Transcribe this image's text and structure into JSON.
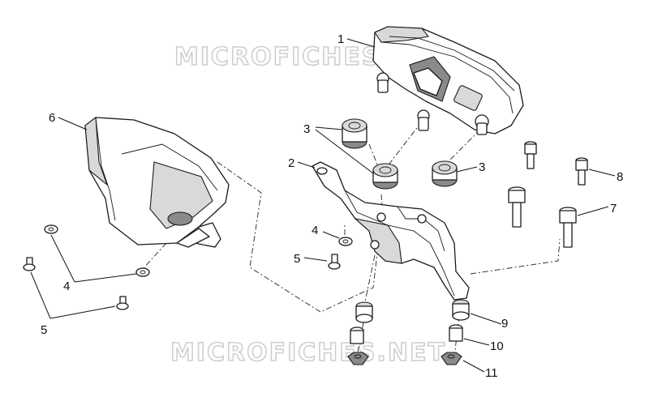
{
  "watermarks": [
    "MICROFICHES.NET",
    "MICROFICHES.NET"
  ],
  "callouts": {
    "c1": "1",
    "c2": "2",
    "c3a": "3",
    "c3b": "3",
    "c4a": "4",
    "c4b": "4",
    "c5a": "5",
    "c5b": "5",
    "c6": "6",
    "c7": "7",
    "c8": "8",
    "c9": "9",
    "c10": "10",
    "c11": "11"
  }
}
